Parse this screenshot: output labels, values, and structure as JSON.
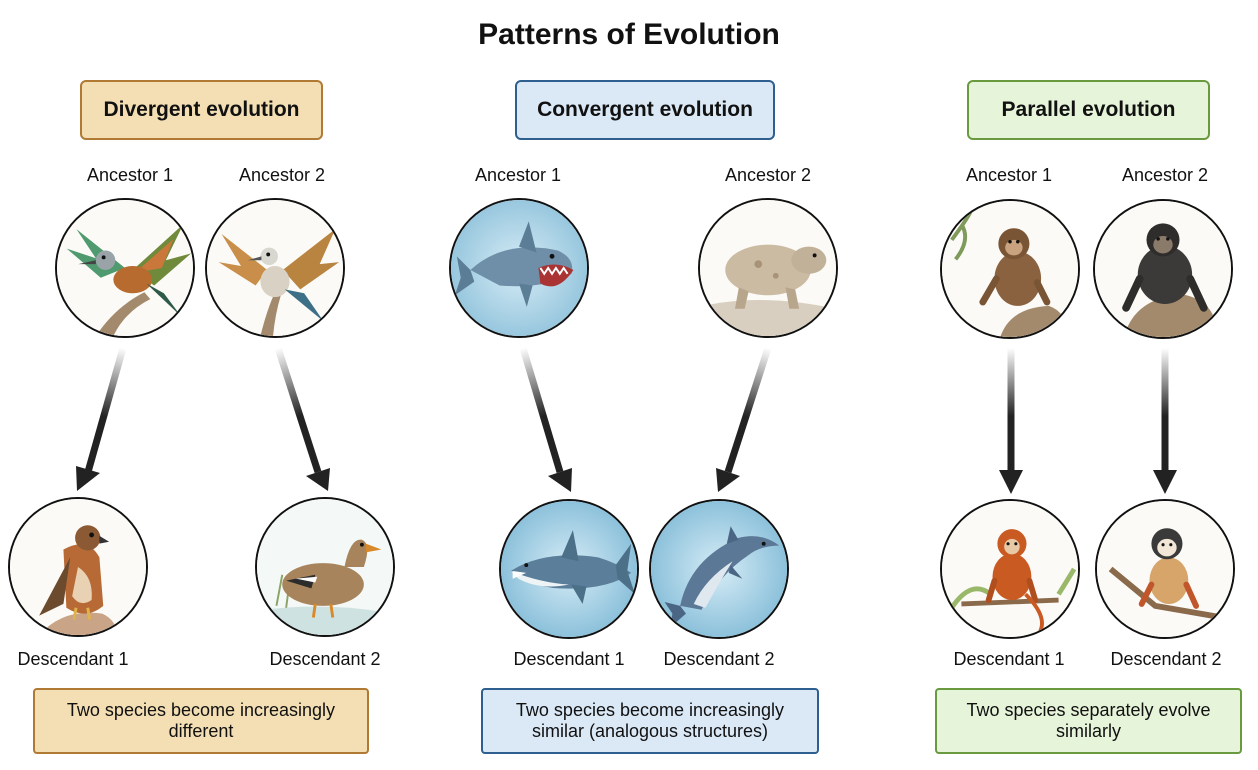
{
  "title": "Patterns of Evolution",
  "colors": {
    "divergent_fill": "#f3dfb3",
    "divergent_border": "#b07a35",
    "convergent_fill": "#dbe9f7",
    "convergent_border": "#2f5f8e",
    "parallel_fill": "#e6f4d9",
    "parallel_border": "#6a9a3f"
  },
  "panels": {
    "divergent": {
      "header": "Divergent evolution",
      "ancestor1": "Ancestor 1",
      "ancestor2": "Ancestor 2",
      "descendant1": "Descendant 1",
      "descendant2": "Descendant 2",
      "caption": "Two species become increasingly different",
      "icons": [
        "colorful-bird-icon",
        "crested-bird-icon",
        "hawk-icon",
        "duck-icon"
      ]
    },
    "convergent": {
      "header": "Convergent evolution",
      "ancestor1": "Ancestor 1",
      "ancestor2": "Ancestor 2",
      "descendant1": "Descendant 1",
      "descendant2": "Descendant 2",
      "caption": "Two species become increasingly similar (analogous structures)",
      "icons": [
        "ancient-shark-icon",
        "land-mammal-icon",
        "shark-icon",
        "dolphin-icon"
      ]
    },
    "parallel": {
      "header": "Parallel evolution",
      "ancestor1": "Ancestor 1",
      "ancestor2": "Ancestor 2",
      "descendant1": "Descendant 1",
      "descendant2": "Descendant 2",
      "caption": "Two species separately evolve similarly",
      "icons": [
        "brown-monkey-icon",
        "dark-ape-icon",
        "red-monkey-icon",
        "capuchin-monkey-icon"
      ]
    }
  }
}
